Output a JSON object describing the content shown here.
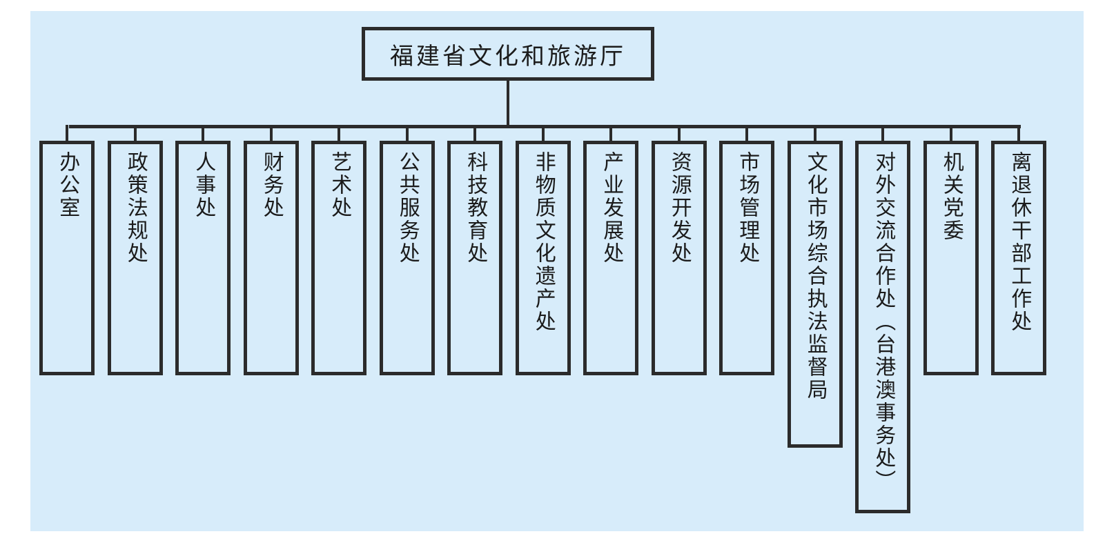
{
  "chart": {
    "type": "org-chart",
    "title": "福建省文化和旅游厅",
    "orientation": "top-down",
    "background_color": "#d7ecfa",
    "border_color": "#2b2b2b",
    "text_color": "#1b1b1b",
    "text_direction": "vertical",
    "root": {
      "label": "福建省文化和旅游厅",
      "text_direction": "horizontal"
    },
    "children": [
      {
        "label": "办公室",
        "size": "standard"
      },
      {
        "label": "政策法规处",
        "size": "standard"
      },
      {
        "label": "人事处",
        "size": "standard"
      },
      {
        "label": "财务处",
        "size": "standard"
      },
      {
        "label": "艺术处",
        "size": "standard"
      },
      {
        "label": "公共服务处",
        "size": "standard"
      },
      {
        "label": "科技教育处",
        "size": "standard"
      },
      {
        "label": "非物质文化遗产处",
        "size": "standard"
      },
      {
        "label": "产业发展处",
        "size": "standard"
      },
      {
        "label": "资源开发处",
        "size": "standard"
      },
      {
        "label": "市场管理处",
        "size": "standard"
      },
      {
        "label": "文化市场综合执法监督局",
        "size": "tall"
      },
      {
        "label": "对外交流合作处（台港澳事务处）",
        "size": "tallest"
      },
      {
        "label": "机关党委",
        "size": "standard"
      },
      {
        "label": "离退休干部工作处",
        "size": "standard"
      }
    ]
  }
}
